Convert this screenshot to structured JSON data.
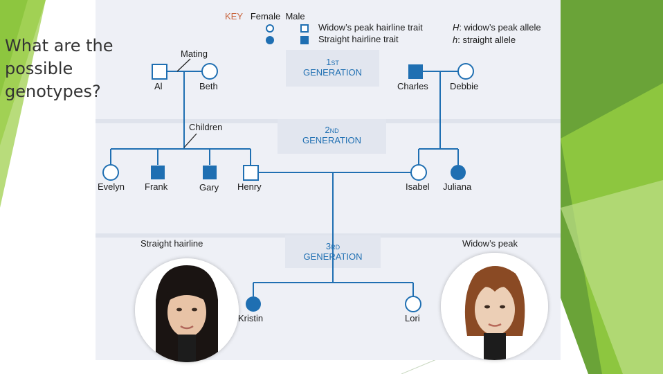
{
  "question": "What are the possible genotypes?",
  "key": {
    "title": "KEY",
    "female": "Female",
    "male": "Male",
    "trait_widow": "Widow’s peak hairline trait",
    "trait_straight": "Straight hairline trait",
    "allele_H_symbol": "H",
    "allele_H_text": ":  widow’s peak allele",
    "allele_h_symbol": "h",
    "allele_h_text": ":  straight allele"
  },
  "labels": {
    "mating": "Mating",
    "children": "Children",
    "straight_hairline": "Straight hairline",
    "widows_peak": "Widow’s peak"
  },
  "generations": [
    {
      "num": "1",
      "suffix": "ST",
      "word": "GENERATION"
    },
    {
      "num": "2",
      "suffix": "ND",
      "word": "GENERATION"
    },
    {
      "num": "3",
      "suffix": "RD",
      "word": "GENERATION"
    }
  ],
  "people": {
    "al": "Al",
    "beth": "Beth",
    "charles": "Charles",
    "debbie": "Debbie",
    "evelyn": "Evelyn",
    "frank": "Frank",
    "gary": "Gary",
    "henry": "Henry",
    "isabel": "Isabel",
    "juliana": "Juliana",
    "kristin": "Kristin",
    "lori": "Lori"
  },
  "colors": {
    "affected": "#1f6fb2",
    "line": "#1f6fb2",
    "green": "#8dc63f"
  }
}
